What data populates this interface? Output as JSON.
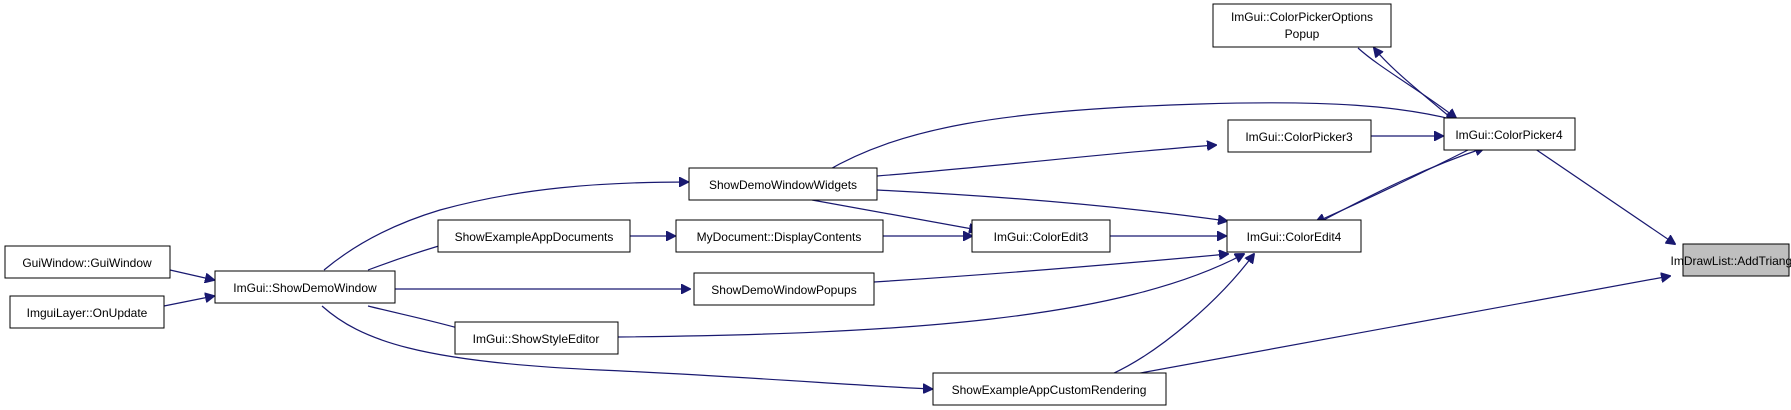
{
  "colors": {
    "edge": "#191970",
    "node_border": "#000000",
    "node_fill": "#ffffff",
    "highlight_fill": "#bfbfbf"
  },
  "nodes": {
    "addtriangle": {
      "lines": [
        "ImDrawList::AddTriangle"
      ]
    },
    "colorpicker4": {
      "lines": [
        "ImGui::ColorPicker4"
      ]
    },
    "colorpickeroptionspopup": {
      "lines": [
        "ImGui::ColorPickerOptions",
        "Popup"
      ]
    },
    "colorpicker3": {
      "lines": [
        "ImGui::ColorPicker3"
      ]
    },
    "coloredit4": {
      "lines": [
        "ImGui::ColorEdit4"
      ]
    },
    "coloredit3": {
      "lines": [
        "ImGui::ColorEdit3"
      ]
    },
    "showdemowindowwidgets": {
      "lines": [
        "ShowDemoWindowWidgets"
      ]
    },
    "showexampleappdocuments": {
      "lines": [
        "ShowExampleAppDocuments"
      ]
    },
    "mydocument_displaycontents": {
      "lines": [
        "MyDocument::DisplayContents"
      ]
    },
    "showdemowindowpopups": {
      "lines": [
        "ShowDemoWindowPopups"
      ]
    },
    "showstyleeditor": {
      "lines": [
        "ImGui::ShowStyleEditor"
      ]
    },
    "showexampleappcustomrendering": {
      "lines": [
        "ShowExampleAppCustomRendering"
      ]
    },
    "showdemowindow": {
      "lines": [
        "ImGui::ShowDemoWindow"
      ]
    },
    "guiwindow": {
      "lines": [
        "GuiWindow::GuiWindow"
      ]
    },
    "imguilayer_onupdate": {
      "lines": [
        "ImguiLayer::OnUpdate"
      ]
    }
  }
}
